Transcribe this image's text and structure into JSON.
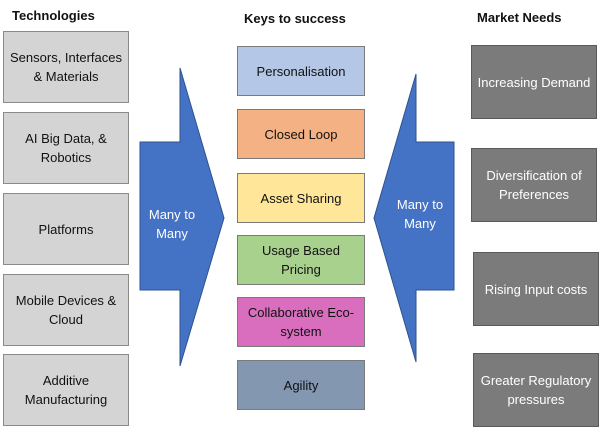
{
  "headings": {
    "technologies": "Technologies",
    "keys": "Keys to success",
    "market": "Market Needs"
  },
  "technologies": [
    "Sensors, Interfaces & Materials",
    "AI Big Data, & Robotics",
    "Platforms",
    "Mobile Devices & Cloud",
    "Additive Manufacturing"
  ],
  "keys": [
    {
      "label": "Personalisation",
      "color": "#b4c7e7"
    },
    {
      "label": "Closed Loop",
      "color": "#f4b183"
    },
    {
      "label": "Asset Sharing",
      "color": "#ffe699"
    },
    {
      "label": "Usage Based Pricing",
      "color": "#a9d18e"
    },
    {
      "label": "Collaborative Eco-system",
      "color": "#d86ebd"
    },
    {
      "label": "Agility",
      "color": "#8497b0"
    }
  ],
  "market_needs": [
    "Increasing Demand",
    "Diversification of Preferences",
    "Rising Input costs",
    "Greater Regulatory pressures"
  ],
  "arrows": {
    "left_label": "Many to Many",
    "right_label": "Many to Many",
    "color": "#4472c4"
  }
}
